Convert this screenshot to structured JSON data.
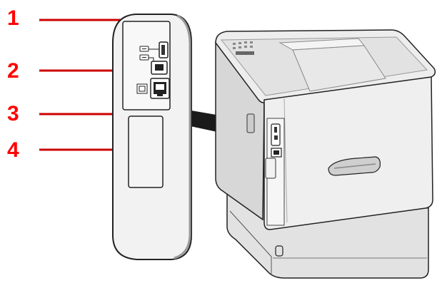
{
  "callouts": [
    {
      "label": "1"
    },
    {
      "label": "2"
    },
    {
      "label": "3"
    },
    {
      "label": "4"
    }
  ],
  "colors": {
    "callout_red": "#ff0000",
    "leader_red": "#cc0000",
    "printer_body": "#ececec",
    "printer_shadow": "#cfcfcf",
    "outline": "#222222",
    "zoom_connector": "#1a1a1a"
  },
  "icons": [
    "usb-host-port-icon",
    "usb-device-port-icon",
    "ethernet-port-icon",
    "option-slot-cover-icon",
    "printer-icon"
  ]
}
